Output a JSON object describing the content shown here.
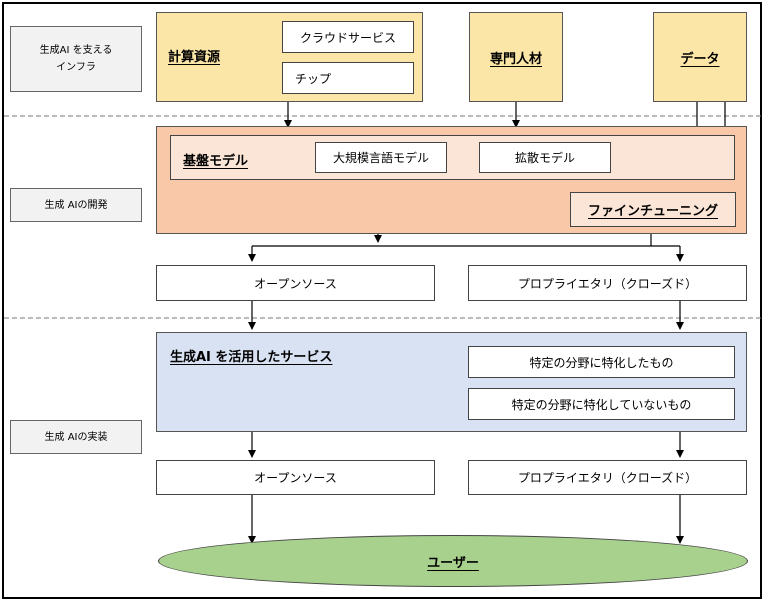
{
  "rows": {
    "infra_label": [
      "生成AI を支える",
      "インフラ"
    ],
    "dev_label": "生成 AIの開発",
    "impl_label": "生成 AIの実装"
  },
  "infra": {
    "compute": "計算資源",
    "cloud": "クラウドサービス",
    "chip": "チップ",
    "experts": "専門人材",
    "data": "データ"
  },
  "dev": {
    "foundation": "基盤モデル",
    "llm": "大規模言語モデル",
    "diffusion": "拡散モデル",
    "finetune": "ファインチューニング"
  },
  "release": {
    "open": "オープンソース",
    "closed": "プロプライエタリ（クローズド）"
  },
  "service": {
    "title": "生成AI を活用したサービス",
    "specific": "特定の分野に特化したもの",
    "general": "特定の分野に特化していないもの"
  },
  "delivery": {
    "open": "オープンソース",
    "closed": "プロプライエタリ（クローズド）"
  },
  "users": "ユーザー",
  "colors": {
    "infra": "#fbe6a8",
    "dev": "#f8c8a8",
    "dev_inner": "#fbe5d6",
    "service": "#d9e2f3",
    "users": "#a9d18e",
    "row_label": "#f2f2f2"
  }
}
